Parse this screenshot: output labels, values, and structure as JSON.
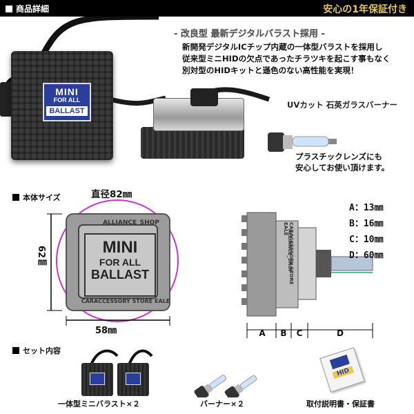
{
  "header": {
    "title": "商品詳細",
    "warranty": "安心の1年保証付き"
  },
  "top": {
    "subtitle": "- 改良型 最新デジタルバラスト採用 -",
    "description": [
      "新開発デジタルICチップ内蔵の一体型バラストを採用し",
      "従来型ミニHIDの欠点であったチラツキを起こす事もなく",
      "別対型のHIDキットと遜色のない高性能を実現！"
    ],
    "bulb_caption": "UVカット 石英ガラスバーナー",
    "plastic_note": [
      "プラスチックレンズにも",
      "安心してお使い頂けます。"
    ]
  },
  "ballast_logo": {
    "line1": "MINI",
    "line2": "FOR ALL",
    "line3": "BALLAST"
  },
  "dimensions": {
    "section_title": "本体サイズ",
    "diameter_label": "直径82㎜",
    "width_label": "58㎜",
    "height_label": "62㎜",
    "ballast_top_text": "ALLIANCE_SHOP",
    "ballast_bottom_text": "CARACCESSORY STORE EALE",
    "side_text_1": "ALLIANCE_SHOP",
    "side_text_2": "CARACCESSORY STORE EALE",
    "specs": [
      {
        "label": "A：13㎜"
      },
      {
        "label": "B：16㎜"
      },
      {
        "label": "C：10㎜"
      },
      {
        "label": "D：60㎜"
      }
    ],
    "ruler": [
      "A",
      "B",
      "C",
      "D"
    ]
  },
  "set_contents": {
    "section_title": "セット内容",
    "items": [
      {
        "label": "一体型ミニバラスト×２"
      },
      {
        "label": "バーナー×２"
      },
      {
        "label": "取付説明書・保証書"
      }
    ],
    "manual_badge": "HID"
  },
  "colors": {
    "header_bg": "#000000",
    "warranty_text": "#e7c65a",
    "logo_blue": "#2a3f9c",
    "diameter_circle": "#cc33cc",
    "ballast_body": "#3b3b3b"
  }
}
